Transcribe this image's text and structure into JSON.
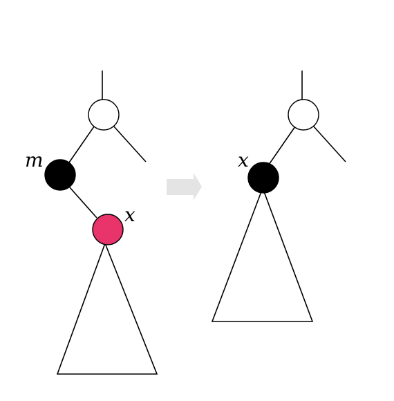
{
  "left_tree": {
    "parent_node": {
      "color": "white"
    },
    "m_node": {
      "label": "m",
      "color": "black"
    },
    "x_node": {
      "label": "x",
      "color": "red"
    }
  },
  "right_tree": {
    "parent_node": {
      "color": "white"
    },
    "x_node": {
      "label": "x",
      "color": "black"
    }
  },
  "colors": {
    "red": "#e8336b",
    "black": "#000000",
    "white": "#ffffff",
    "arrow": "#e4e4e4"
  },
  "arrow": {
    "icon": "right-arrow-icon"
  }
}
